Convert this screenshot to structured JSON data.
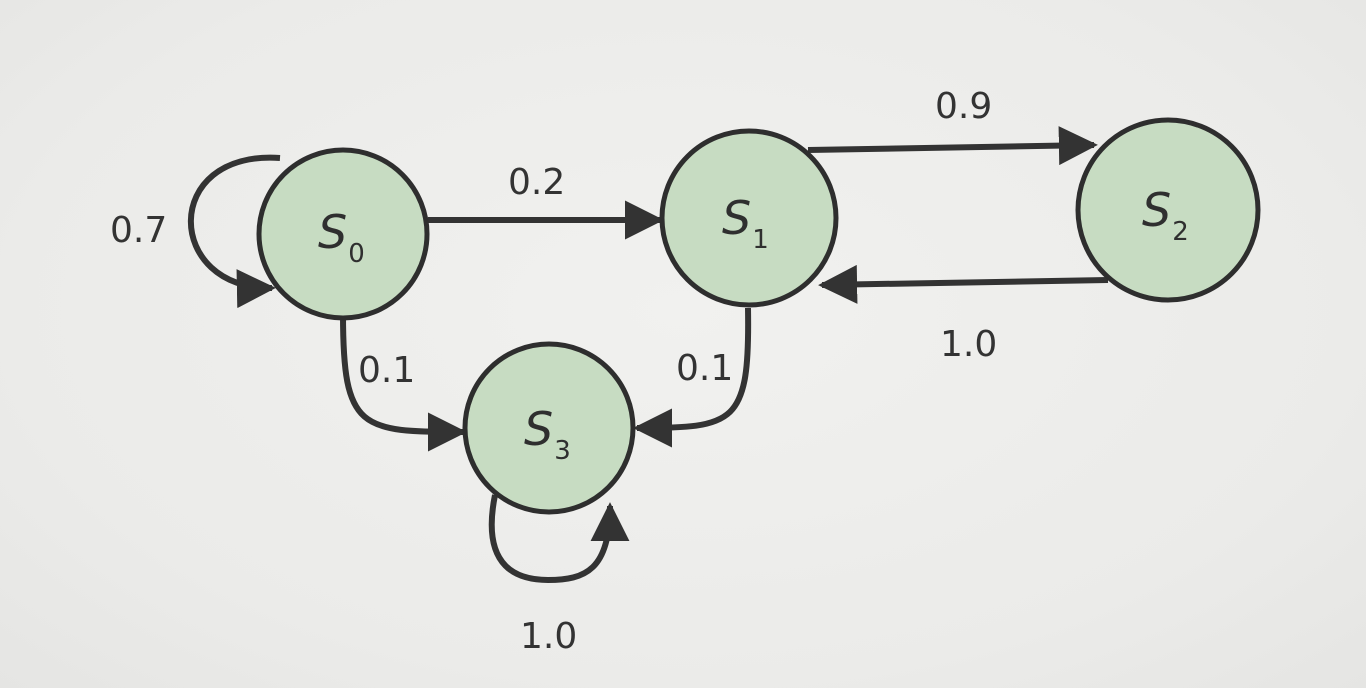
{
  "colors": {
    "node_fill": "#c7dcc2",
    "node_stroke": "#2e2e2e",
    "edge": "#333333",
    "background": "#ededeb"
  },
  "states": [
    {
      "id": "s0",
      "symbol": "S",
      "subscript": "0"
    },
    {
      "id": "s1",
      "symbol": "S",
      "subscript": "1"
    },
    {
      "id": "s2",
      "symbol": "S",
      "subscript": "2"
    },
    {
      "id": "s3",
      "symbol": "S",
      "subscript": "3"
    }
  ],
  "transitions": [
    {
      "from": "S0",
      "to": "S0",
      "probability": "0.7"
    },
    {
      "from": "S0",
      "to": "S1",
      "probability": "0.2"
    },
    {
      "from": "S0",
      "to": "S3",
      "probability": "0.1"
    },
    {
      "from": "S1",
      "to": "S2",
      "probability": "0.9"
    },
    {
      "from": "S1",
      "to": "S3",
      "probability": "0.1"
    },
    {
      "from": "S2",
      "to": "S1",
      "probability": "1.0"
    },
    {
      "from": "S3",
      "to": "S3",
      "probability": "1.0"
    }
  ]
}
